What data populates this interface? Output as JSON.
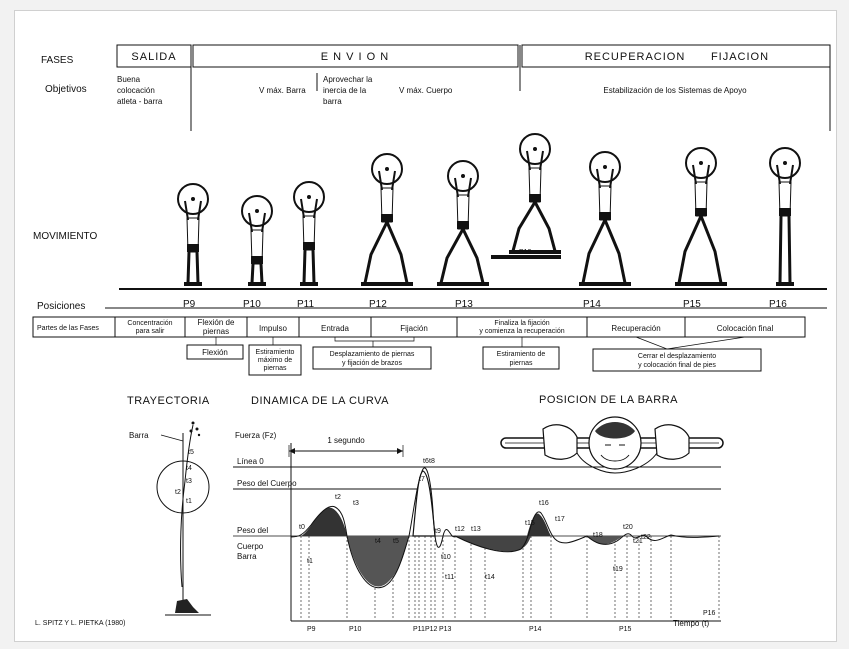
{
  "phases": {
    "label": "FASES",
    "salida": "SALIDA",
    "envion": "E N V I O N",
    "recuperacion": "RECUPERACION",
    "fijacion": "FIJACION"
  },
  "objectives": {
    "label": "Objetivos",
    "salida_lines": [
      "Buena",
      "colocación",
      "atleta - barra"
    ],
    "vmax_barra": "V máx. Barra",
    "inercia_lines": [
      "Aprovechar la",
      "inercia de la",
      "barra"
    ],
    "vmax_cuerpo": "V máx. Cuerpo",
    "estabilizacion": "Estabilización de los Sistemas de Apoyo"
  },
  "movimiento": "MOVIMIENTO",
  "figure_label_p13": "P13",
  "positions": {
    "label": "Posiciones",
    "items": [
      "P9",
      "P10",
      "P11",
      "P12",
      "P13",
      "P14",
      "P15",
      "P16"
    ]
  },
  "parts": {
    "label": "Partes de las Fases",
    "concentracion_lines": [
      "Concentración",
      "para salir"
    ],
    "flexion_piernas_lines": [
      "Flexión de",
      "piernas"
    ],
    "impulso": "Impulso",
    "entrada": "Entrada",
    "fijacion": "Fijación",
    "finaliza_lines": [
      "Finaliza la fijación",
      "y comienza la recuperación"
    ],
    "recuperacion": "Recuperación",
    "colocacion": "Colocación final"
  },
  "subparts": {
    "flexion": "Flexión",
    "estiramiento_lines": [
      "Estiramiento",
      "máximo de",
      "piernas"
    ],
    "desplazamiento_lines": [
      "Desplazamiento de piernas",
      "y fijación de brazos"
    ],
    "estiramiento2_lines": [
      "Estiramiento de",
      "piernas"
    ],
    "cerrar_lines": [
      "Cerrar el desplazamiento",
      "y colocación final de pies"
    ]
  },
  "sections": {
    "trayectoria": "TRAYECTORIA",
    "dinamica": "DINAMICA DE LA CURVA",
    "posicion_barra": "POSICION DE LA BARRA"
  },
  "trayectoria": {
    "barra": "Barra",
    "marks": [
      "t5",
      "t4",
      "t3",
      "t2",
      "t1"
    ]
  },
  "curve": {
    "fuerza": "Fuerza (Fz)",
    "un_segundo": "1 segundo",
    "linea0": "Línea 0",
    "peso_cuerpo": "Peso del Cuerpo",
    "peso_del": "Peso del",
    "cuerpo": "Cuerpo",
    "barra": "Barra",
    "tiempo": "Tiempo (t)",
    "t_labels": [
      "t0",
      "t1",
      "t2",
      "t3",
      "t4",
      "t5",
      "t6",
      "t7",
      "t8",
      "t9",
      "t10",
      "t11",
      "t12",
      "t13",
      "t14",
      "t15",
      "t16",
      "t17",
      "t18",
      "t19",
      "t20",
      "t21",
      "t22"
    ],
    "p_labels": [
      "P9",
      "P10",
      "P11",
      "P12",
      "P13",
      "P14",
      "P15",
      "P16"
    ]
  },
  "credit": "L. SPITZ Y L. PIETKA (1980)"
}
